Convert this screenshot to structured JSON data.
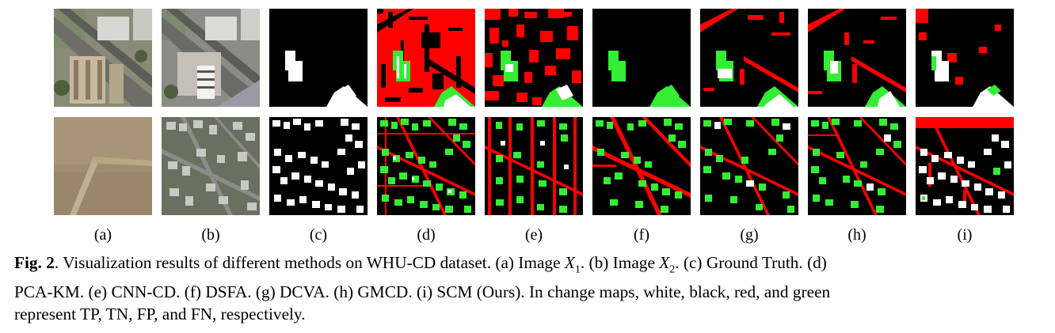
{
  "columns": [
    {
      "label": "(a)"
    },
    {
      "label": "(b)"
    },
    {
      "label": "(c)"
    },
    {
      "label": "(d)"
    },
    {
      "label": "(e)"
    },
    {
      "label": "(f)"
    },
    {
      "label": "(g)"
    },
    {
      "label": "(h)"
    },
    {
      "label": "(i)"
    }
  ],
  "caption": {
    "fig_label": "Fig. 2",
    "line1_a": ". Visualization results of different methods on WHU-CD dataset. (a) Image ",
    "x1_var": "X",
    "x1_sub": "1",
    "line1_b": ". (b) Image ",
    "x2_var": "X",
    "x2_sub": "2",
    "line1_c": ". (c) Ground Truth. (d)",
    "line2": "PCA-KM. (e) CNN-CD. (f) DSFA. (g) DCVA. (h) GMCD. (i) SCM (Ours).  In change maps, white, black, red, and green",
    "line3": "represent TP, TN, FP, and FN, respectively."
  },
  "colors": {
    "TP": "#ffffff",
    "TN": "#000000",
    "FP": "#ff0000",
    "FN": "#33ee33"
  }
}
